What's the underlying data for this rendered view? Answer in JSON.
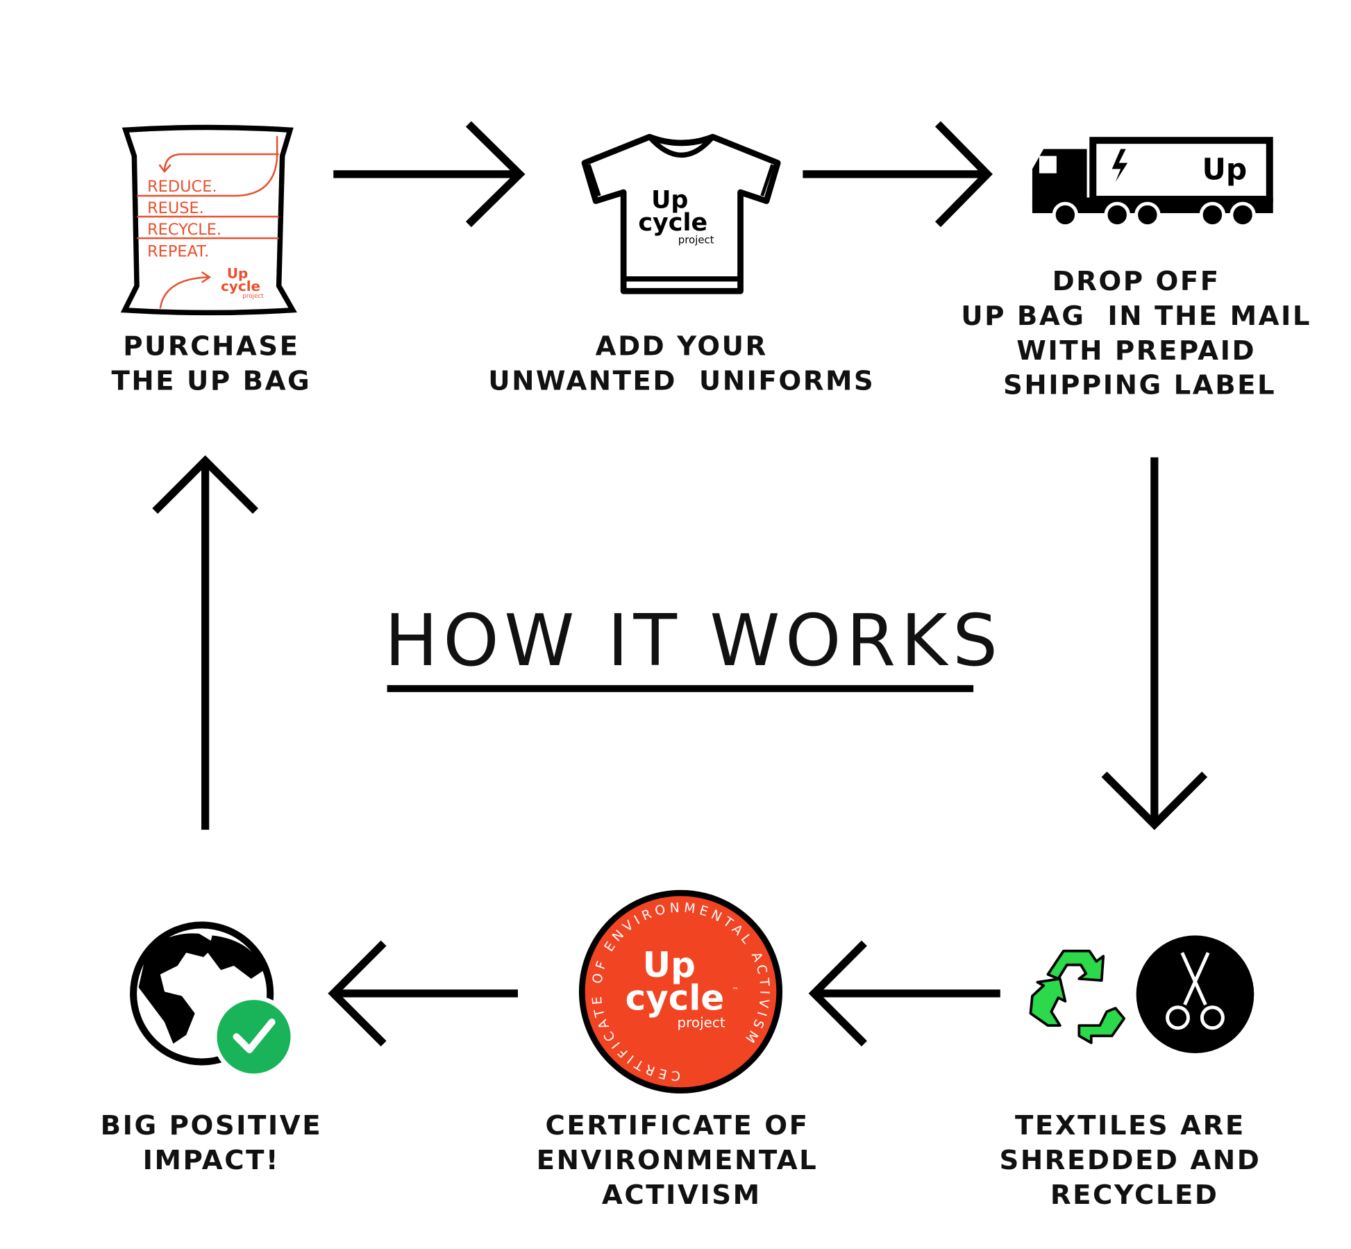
{
  "title": "HOW IT WORKS",
  "colors": {
    "brand_orange": "#f04423",
    "check_green": "#19b35a",
    "recycle_green": "#2bd94a",
    "ink": "#000000"
  },
  "steps": [
    {
      "icon": "bag-icon",
      "lines": [
        "PURCHASE",
        "THE UP BAG"
      ]
    },
    {
      "icon": "tshirt-icon",
      "lines": [
        "ADD YOUR",
        "UNWANTED  UNIFORMS"
      ]
    },
    {
      "icon": "truck-icon",
      "lines": [
        "DROP OFF",
        "UP BAG  IN THE MAIL",
        "WITH PREPAID",
        "SHIPPING LABEL"
      ]
    },
    {
      "icon": "recycle-scissors-icon",
      "lines": [
        "TEXTILES ARE",
        "SHREDDED AND",
        "RECYCLED"
      ]
    },
    {
      "icon": "certificate-icon",
      "lines": [
        "CERTIFICATE OF",
        "ENVIRONMENTAL",
        "ACTIVISM"
      ]
    },
    {
      "icon": "globe-check-icon",
      "lines": [
        "BIG POSITIVE",
        "IMPACT!"
      ]
    }
  ],
  "bag": {
    "lines": [
      "REDUCE.",
      "REUSE.",
      "RECYCLE.",
      "REPEAT."
    ]
  },
  "logo": {
    "up": "Up",
    "cycle": "cycle",
    "project": "project",
    "tm": "™"
  },
  "truck": {
    "logo": "Up"
  },
  "certificate": {
    "ring_text": "CERTIFICATE OF ENVIRONMENTAL ACTIVISM"
  }
}
